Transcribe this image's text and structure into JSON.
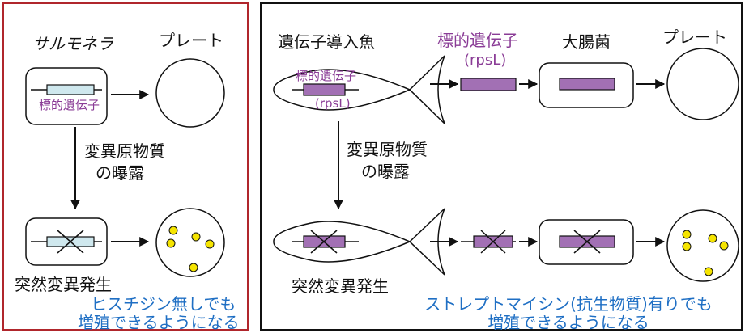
{
  "colors": {
    "left_panel_border": "#b0262c",
    "right_panel_border": "#111111",
    "gene_box_left": "#cfe8ee",
    "gene_box_right": "#a270b4",
    "label_purple": "#8a3c96",
    "outcome_blue": "#1f6fc4",
    "colony": "#f5e400"
  },
  "left": {
    "organism": "サルモネラ",
    "plate": "プレート",
    "gene_label": "標的遺伝子",
    "exposure_line1": "変異原物質",
    "exposure_line2": "の曝露",
    "mutation": "突然変異発生",
    "result_line1": "ヒスチジン無しでも",
    "result_line2": "増殖できるようになる"
  },
  "right": {
    "fish": "遺伝子導入魚",
    "target_gene": "標的遺伝子",
    "target_gene_sub": "(rpsL)",
    "ecoli": "大腸菌",
    "plate": "プレート",
    "fish_gene": "標的遺伝子",
    "fish_gene_sub": "(rpsL)",
    "exposure_line1": "変異原物質",
    "exposure_line2": "の曝露",
    "mutation": "突然変異発生",
    "result_line1": "ストレプトマイシン(抗生物質)有りでも",
    "result_line2": "増殖できるようになる"
  }
}
